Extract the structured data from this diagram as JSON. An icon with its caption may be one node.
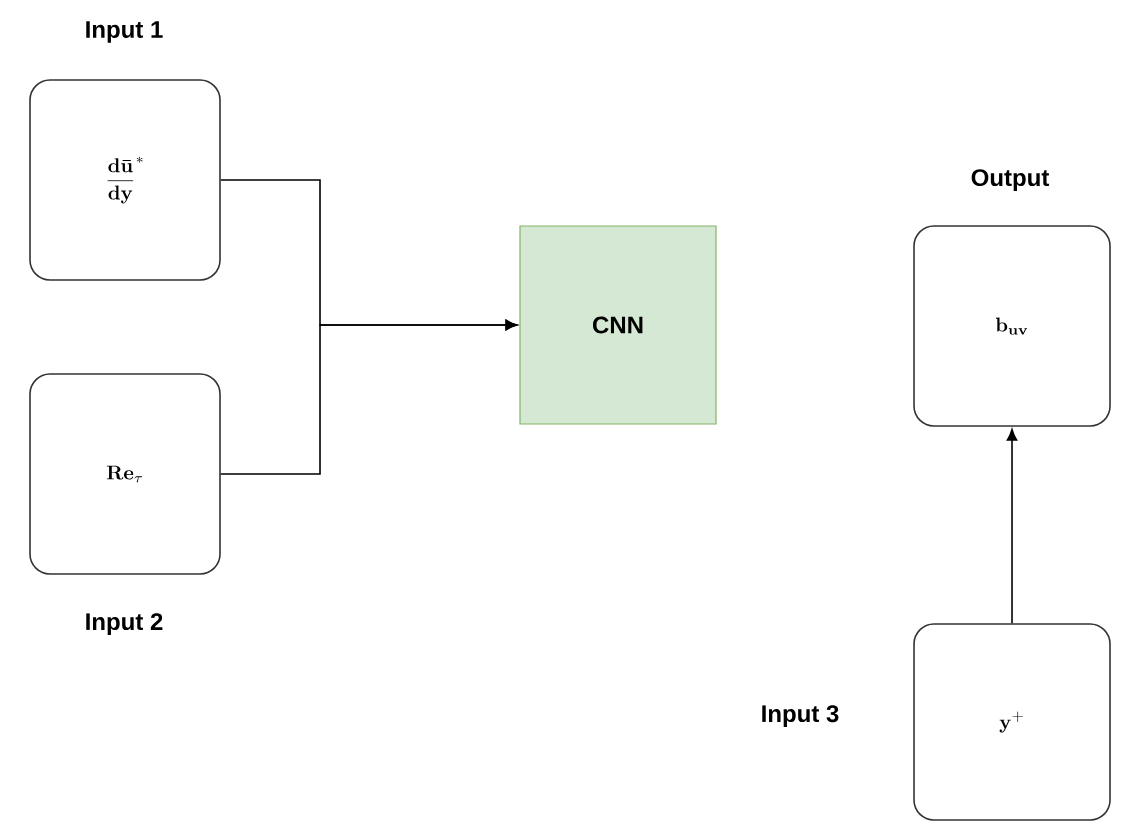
{
  "diagram": {
    "nodes": [
      {
        "text": [
          "\\frac{\\mathbf{d\\bar{u}}}{\\mathbf{dy}}^{*}"
        ],
        "beside": [
          "Input 1"
        ]
      },
      {
        "text": [
          "\\mathbf{Re}_{\\tau}"
        ],
        "beside": [
          "Input 2"
        ]
      },
      {
        "text": [
          "CNN"
        ]
      },
      {
        "text": [
          "\\mathbf{b_{uv}}"
        ],
        "beside": [
          "Output"
        ]
      },
      {
        "text": [
          "\\mathbf{y}^{+}"
        ],
        "beside": [
          "Input 3"
        ]
      }
    ],
    "edges": [
      {
        "from": 0,
        "to": 2,
        "arrow": "to"
      },
      {
        "from": 1,
        "to": 2,
        "arrow": "to"
      },
      {
        "from": 4,
        "to": 3,
        "arrow": "to"
      }
    ]
  }
}
